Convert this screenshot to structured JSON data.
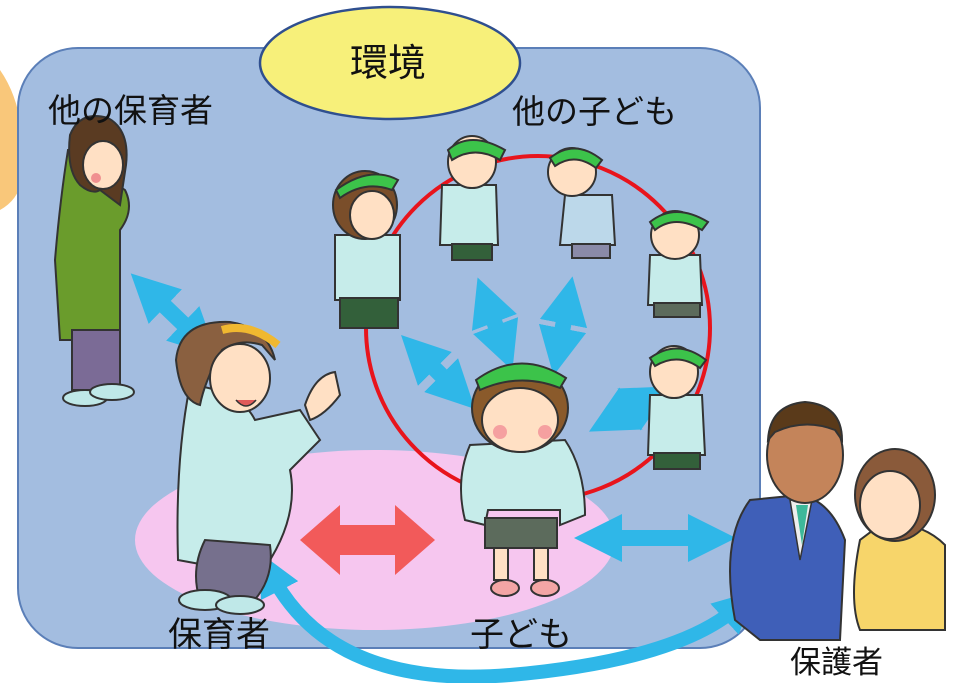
{
  "labels": {
    "environment": "環境",
    "other_teachers": "他の保育者",
    "other_children": "他の子ども",
    "teacher": "保育者",
    "child": "子ども",
    "guardian": "保護者"
  },
  "colors": {
    "environment_box": "#a3bde0",
    "environment_border": "#5b7fb8",
    "environment_ellipse": "#f7f07a",
    "focus_zone": "#f6c6ef",
    "ring": "#e8141c",
    "arrow_blue": "#2fb7e8",
    "arrow_red": "#f25a5a",
    "cap_green": "#3cc34a"
  },
  "icons": [
    "other-teacher-figure",
    "teacher-figure",
    "child-figure",
    "other-child-figure",
    "guardian-figures"
  ]
}
